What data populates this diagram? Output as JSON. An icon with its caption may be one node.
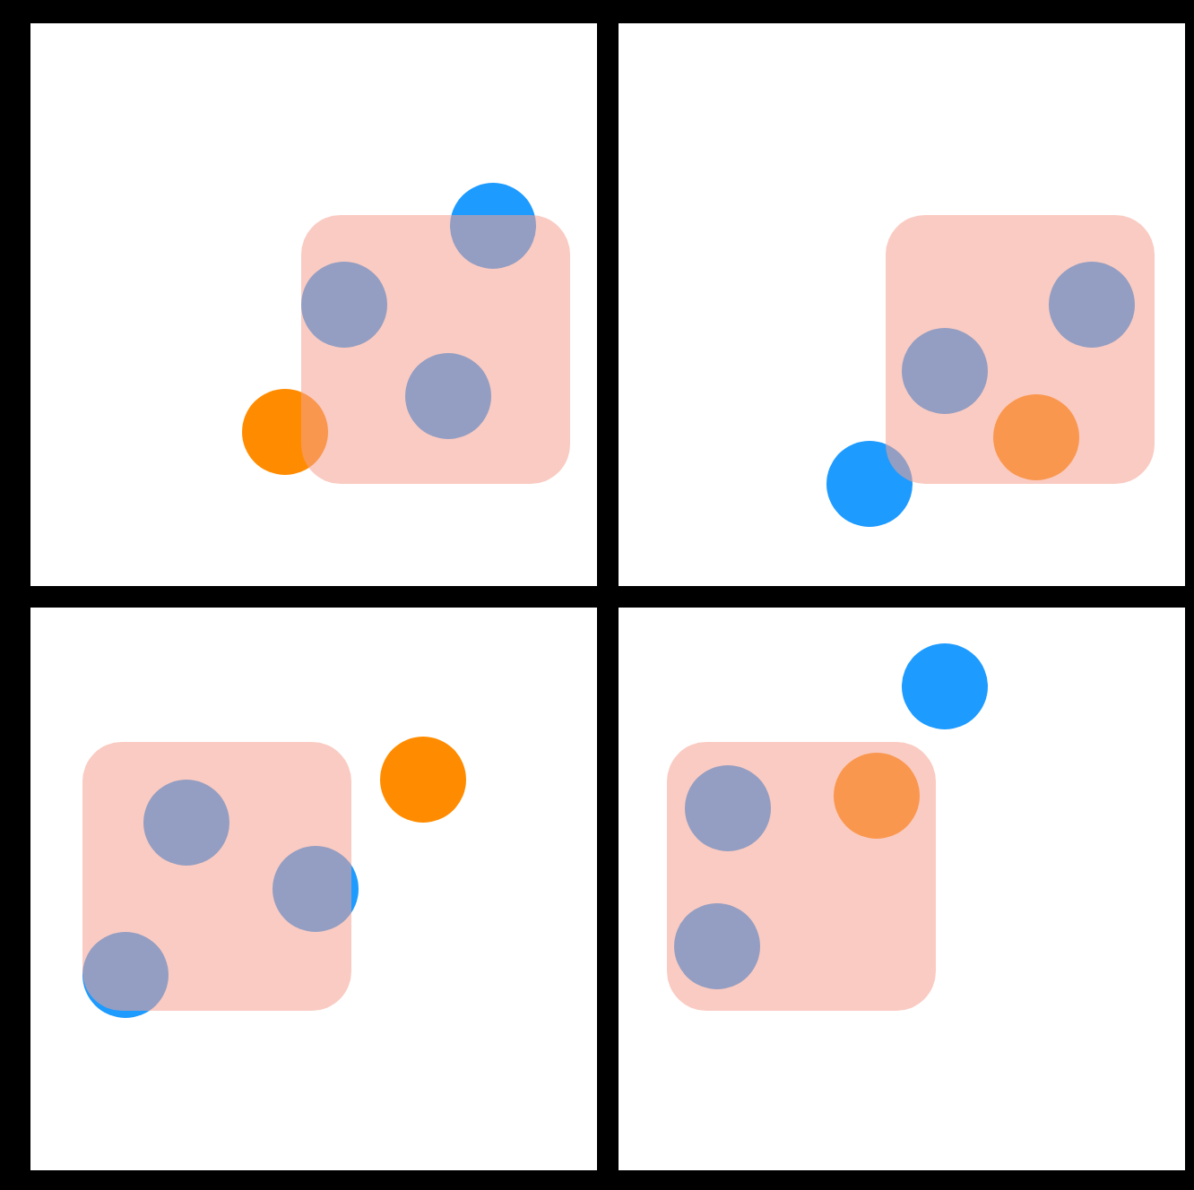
{
  "diagram": {
    "nodes": [
      {
        "text": [],
        "shape": "box"
      },
      {
        "text": [],
        "shape": "box",
        "in": 0
      },
      {
        "text": [],
        "shape": "circle",
        "in": 0
      },
      {
        "text": [],
        "shape": "circle",
        "in": 1
      },
      {
        "text": [],
        "shape": "circle",
        "in": 1
      },
      {
        "text": [],
        "shape": "circle",
        "in": 0
      },
      {
        "text": [],
        "shape": "box"
      },
      {
        "text": [],
        "shape": "box",
        "in": 6
      },
      {
        "text": [],
        "shape": "circle",
        "in": 7
      },
      {
        "text": [],
        "shape": "circle",
        "in": 7
      },
      {
        "text": [],
        "shape": "circle",
        "in": 7
      },
      {
        "text": [],
        "shape": "circle",
        "in": 6
      },
      {
        "text": [],
        "shape": "box"
      },
      {
        "text": [],
        "shape": "box",
        "in": 12
      },
      {
        "text": [],
        "shape": "circle",
        "in": 12
      },
      {
        "text": [],
        "shape": "circle",
        "in": 13
      },
      {
        "text": [],
        "shape": "circle",
        "in": 12
      },
      {
        "text": [],
        "shape": "circle",
        "in": 12
      },
      {
        "text": [],
        "shape": "box"
      },
      {
        "text": [],
        "shape": "box",
        "in": 18
      },
      {
        "text": [],
        "shape": "circle",
        "in": 18
      },
      {
        "text": [],
        "shape": "circle",
        "in": 19
      },
      {
        "text": [],
        "shape": "circle",
        "in": 19
      },
      {
        "text": [],
        "shape": "circle",
        "in": 19
      }
    ]
  }
}
